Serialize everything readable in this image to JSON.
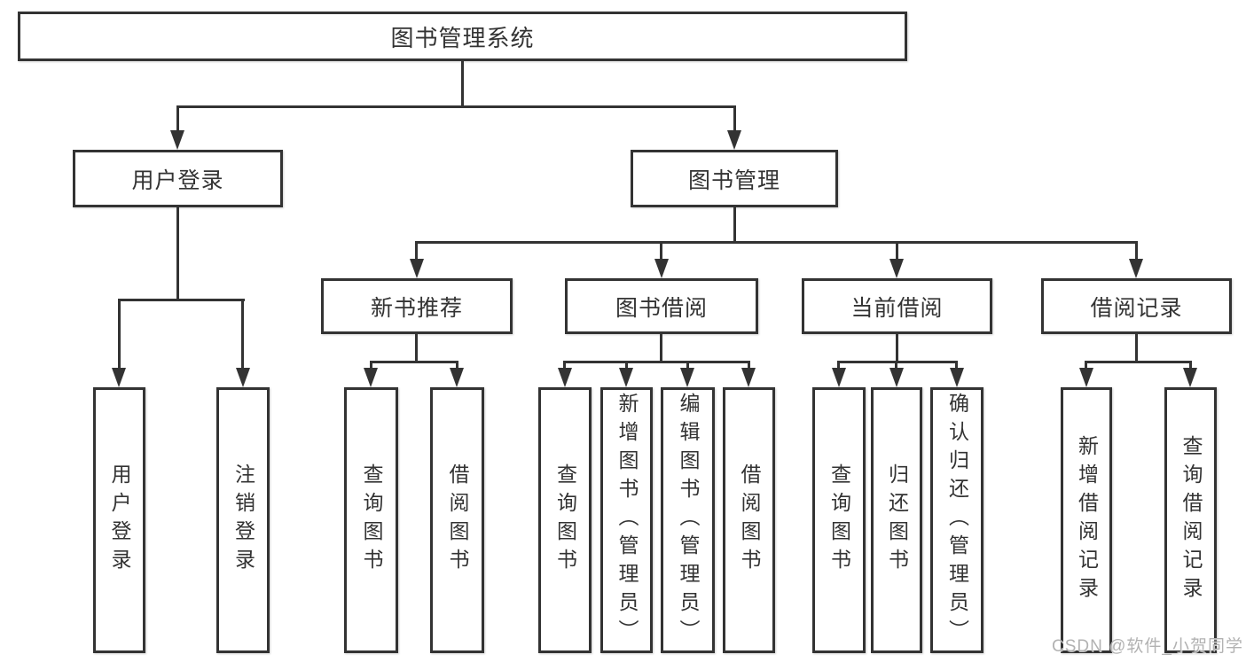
{
  "colors": {
    "line": "#333333",
    "text": "#333333",
    "box_bg": "#ffffff",
    "watermark": "#b2b2b2"
  },
  "tree": {
    "root": {
      "label": "图书管理系统"
    },
    "level2": [
      {
        "label": "用户登录",
        "children": [
          "用户登录",
          "注销登录"
        ]
      },
      {
        "label": "图书管理",
        "groups": [
          {
            "label": "新书推荐",
            "children": [
              "查询图书",
              "借阅图书"
            ]
          },
          {
            "label": "图书借阅",
            "children": [
              "查询图书",
              "新增图书（管理员）",
              "编辑图书（管理员）",
              "借阅图书"
            ]
          },
          {
            "label": "当前借阅",
            "children": [
              "查询图书",
              "归还图书",
              "确认归还（管理员）"
            ]
          },
          {
            "label": "借阅记录",
            "children": [
              "新增借阅记录",
              "查询借阅记录"
            ]
          }
        ]
      }
    ]
  },
  "watermark": "CSDN @软件_小贺同学"
}
